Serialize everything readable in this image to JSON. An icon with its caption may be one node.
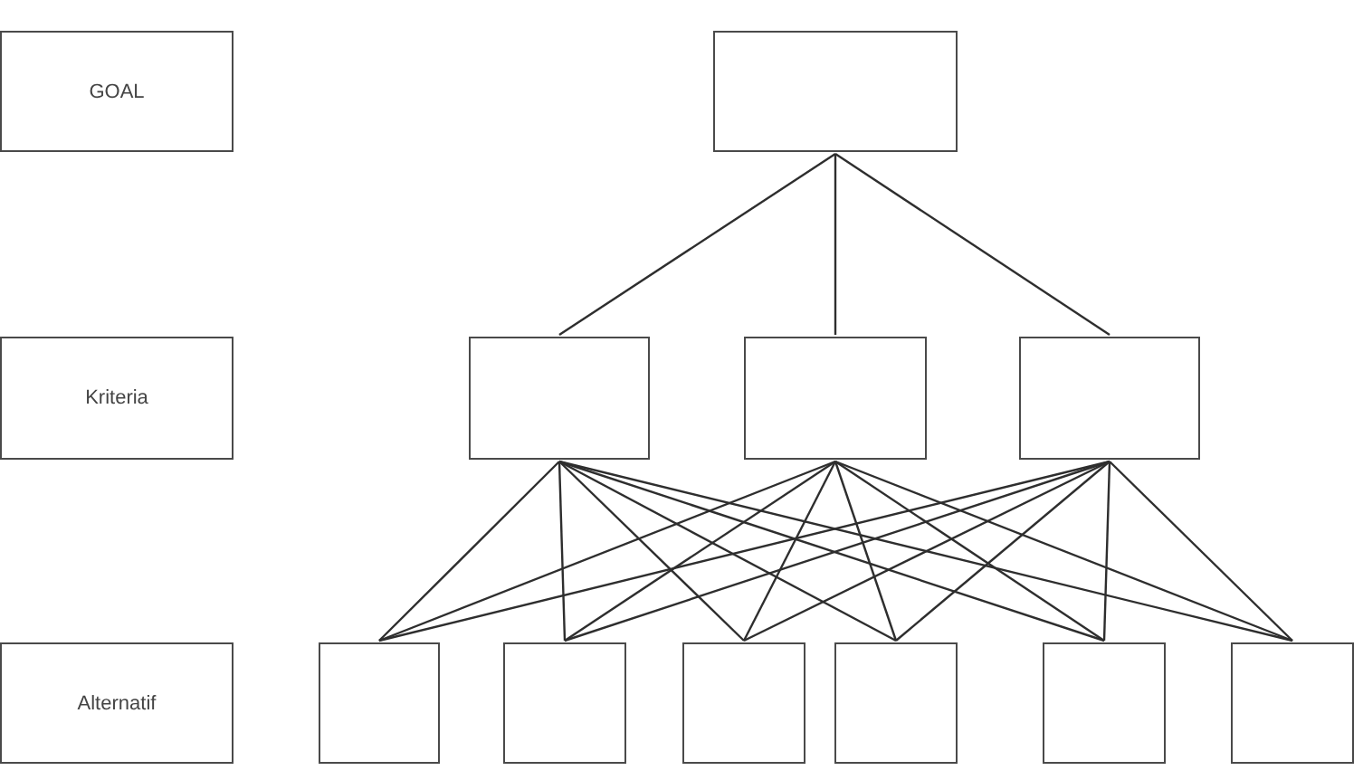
{
  "diagram": {
    "nodes": [
      {
        "text": [
          "GOAL"
        ]
      },
      {
        "text": [],
        "shape": "box"
      },
      {
        "text": [
          "Kriteria"
        ]
      },
      {
        "text": [],
        "shape": "box"
      },
      {
        "text": [],
        "shape": "box"
      },
      {
        "text": [],
        "shape": "box"
      },
      {
        "text": [
          "Alternatif"
        ]
      },
      {
        "text": [],
        "shape": "box"
      },
      {
        "text": [],
        "shape": "box"
      },
      {
        "text": [],
        "shape": "box"
      },
      {
        "text": [],
        "shape": "box"
      },
      {
        "text": [],
        "shape": "box"
      },
      {
        "text": [],
        "shape": "box"
      }
    ],
    "edges": [
      {
        "from": 1,
        "to": 3,
        "arrow": "none"
      },
      {
        "from": 1,
        "to": 4,
        "arrow": "none"
      },
      {
        "from": 1,
        "to": 5,
        "arrow": "none"
      },
      {
        "from": 3,
        "to": 7,
        "arrow": "none"
      },
      {
        "from": 3,
        "to": 8,
        "arrow": "none"
      },
      {
        "from": 3,
        "to": 9,
        "arrow": "none"
      },
      {
        "from": 3,
        "to": 10,
        "arrow": "none"
      },
      {
        "from": 3,
        "to": 11,
        "arrow": "none"
      },
      {
        "from": 3,
        "to": 12,
        "arrow": "none"
      },
      {
        "from": 4,
        "to": 7,
        "arrow": "none"
      },
      {
        "from": 4,
        "to": 8,
        "arrow": "none"
      },
      {
        "from": 4,
        "to": 9,
        "arrow": "none"
      },
      {
        "from": 4,
        "to": 10,
        "arrow": "none"
      },
      {
        "from": 4,
        "to": 11,
        "arrow": "none"
      },
      {
        "from": 4,
        "to": 12,
        "arrow": "none"
      },
      {
        "from": 5,
        "to": 7,
        "arrow": "none"
      },
      {
        "from": 5,
        "to": 8,
        "arrow": "none"
      },
      {
        "from": 5,
        "to": 9,
        "arrow": "none"
      },
      {
        "from": 5,
        "to": 10,
        "arrow": "none"
      },
      {
        "from": 5,
        "to": 11,
        "arrow": "none"
      },
      {
        "from": 5,
        "to": 12,
        "arrow": "none"
      }
    ]
  }
}
